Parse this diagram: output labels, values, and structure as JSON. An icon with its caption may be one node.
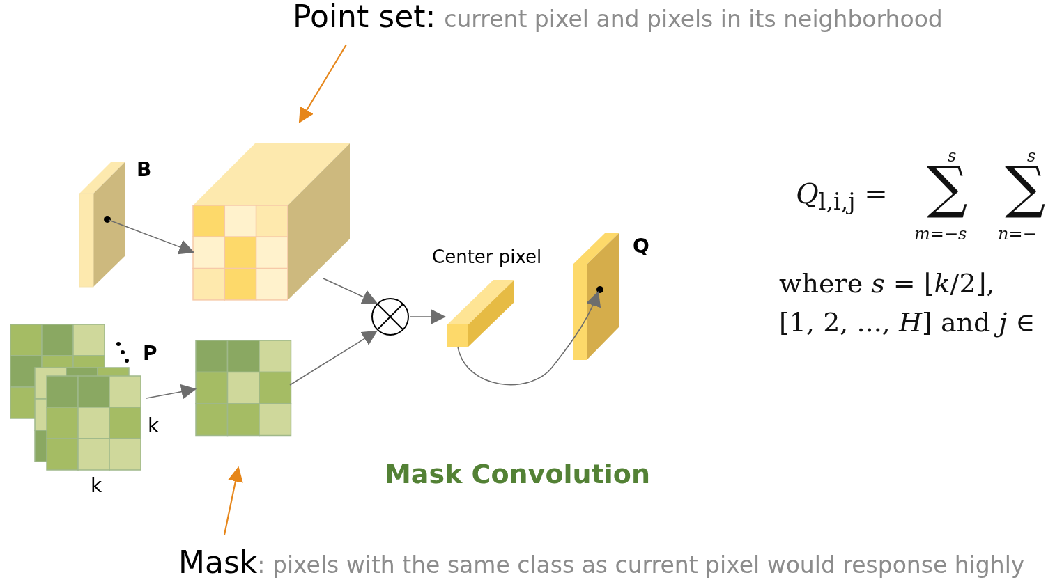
{
  "diagram": {
    "title": "Mask Convolution",
    "nodes": [
      {
        "text": [
          "Point set:",
          "current pixel and pixels in its neighborhood"
        ]
      },
      {
        "text": [
          "B"
        ]
      },
      {
        "text": [],
        "shape": "picture"
      },
      {
        "text": [
          "P"
        ]
      },
      {
        "text": [],
        "shape": "picture"
      },
      {
        "text": [],
        "shape": "circle"
      },
      {
        "text": [
          "Center pixel"
        ]
      },
      {
        "text": [
          "Q"
        ]
      },
      {
        "text": [
          "Mask",
          ": pixels with the same class as current pixel would response highly"
        ]
      }
    ],
    "edges": [
      {
        "from": 0,
        "to": 2,
        "arrow": "to",
        "color": "#e6861a"
      },
      {
        "from": 8,
        "to": 4,
        "arrow": "to",
        "color": "#e6861a"
      },
      {
        "from": 1,
        "to": 2,
        "arrow": "to"
      },
      {
        "from": 3,
        "to": 4,
        "arrow": "to"
      },
      {
        "from": 2,
        "to": 5,
        "arrow": "to"
      },
      {
        "from": 4,
        "to": 5,
        "arrow": "to"
      },
      {
        "from": 5,
        "to": 6,
        "arrow": "to"
      },
      {
        "from": 6,
        "to": 7,
        "arrow": "to"
      }
    ],
    "labels": [
      "k",
      "k",
      "*Q*$_{l,i,j}$ =",
      "*s*",
      "∑",
      "*m*=−*s*",
      "*s*",
      "∑",
      "*n*=−",
      "where *s* = ⌊*k*/2⌋,",
      "[1, 2, ..., *H*] and *j* ∈"
    ]
  }
}
